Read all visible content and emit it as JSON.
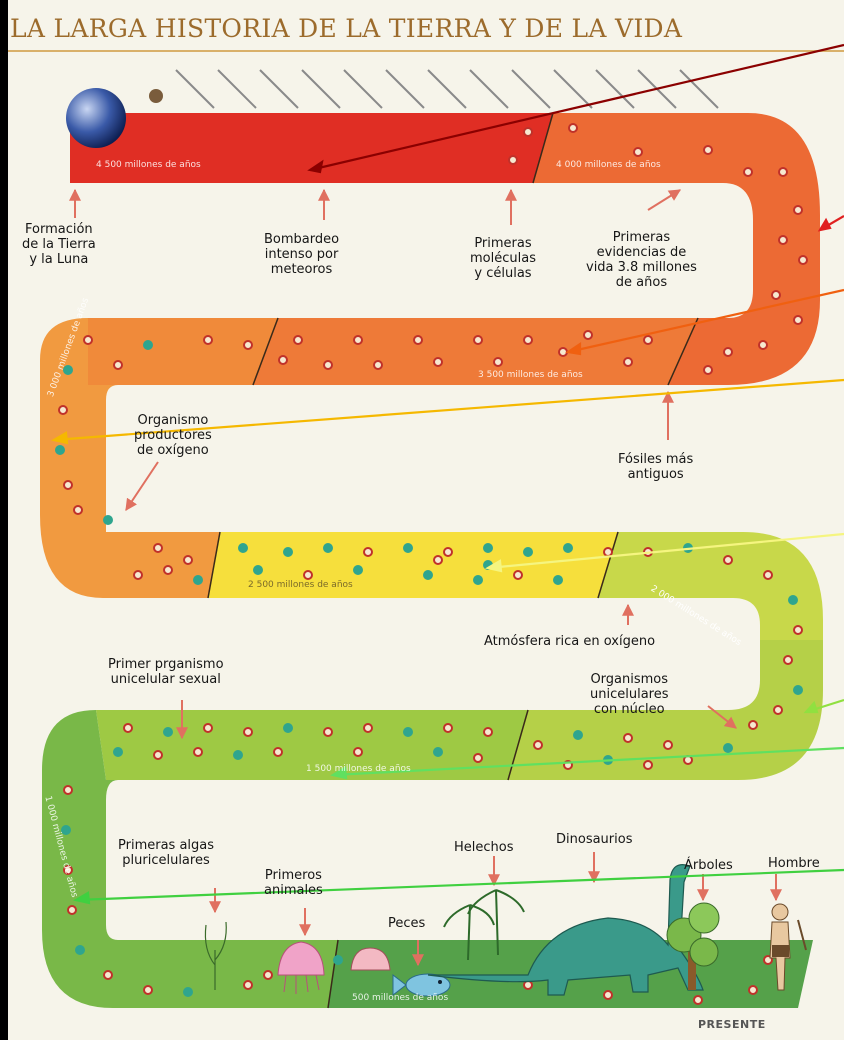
{
  "title": "LA LARGA HISTORIA DE LA TIERRA Y DE LA VIDA",
  "band_labels": {
    "b4500": "4 500 millones de años",
    "b4000": "4 000 millones de años",
    "b3500": "3 500 millones de años",
    "b3000": "3 000 millones de años",
    "b2500": "2 500 millones de años",
    "b2000": "2 000 millones de años",
    "b1500": "1 500 millones de años",
    "b1000": "1 000 millones de años",
    "b500": "500 millones de años"
  },
  "labels": {
    "formacion": "Formación\nde la Tierra\ny la Luna",
    "bombardeo": "Bombardeo\nintenso por\nmeteoros",
    "moleculas": "Primeras\nmoléculas\ny células",
    "evidencias": "Primeras\nevidencias de\nvida 3.8 millones\nde años",
    "fosiles": "Fósiles más\nantiguos",
    "productores": "Organismo\nproductores\nde oxígeno",
    "atmosfera": "Atmósfera rica en oxígeno",
    "sexual": "Primer prganismo\nunicelular sexual",
    "nucleo": "Organismos\nunicelulares\ncon núcleo",
    "algas": "Primeras algas\npluricelulares",
    "animales": "Primeros\nanimales",
    "peces": "Peces",
    "helechos": "Helechos",
    "dinosaurios": "Dinosaurios",
    "arboles": "Árboles",
    "hombre": "Hombre",
    "presente": "PRESENTE"
  },
  "colors": {
    "row1": "#e02e24",
    "row1b": "#ec6a34",
    "row2": "#f08a3a",
    "row3": "#f6df3c",
    "row3b": "#c8d84a",
    "row4": "#9ec944",
    "row5": "#63ae4a",
    "dot_red": "#c0312a",
    "dot_teal": "#2fa58e",
    "pointer_arrows": [
      "#8b0000",
      "#e02020",
      "#f06010",
      "#f5b800",
      "#f5f580",
      "#90e040",
      "#60e060",
      "#40d040"
    ]
  }
}
